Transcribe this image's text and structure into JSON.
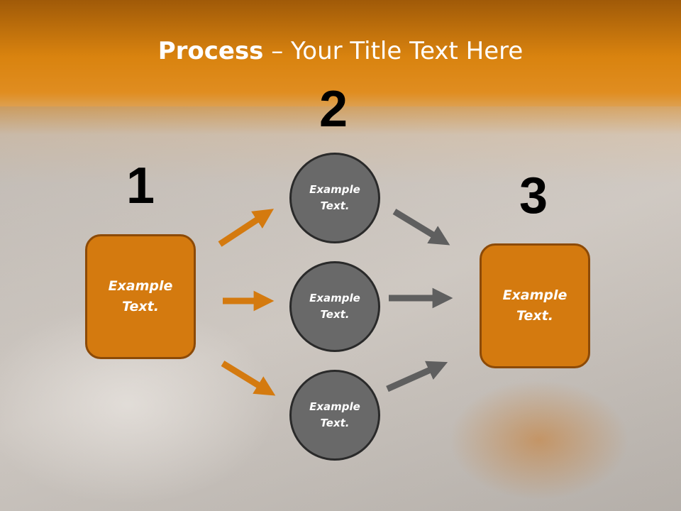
{
  "title": {
    "bold": "Process",
    "rest": " – Your Title Text Here"
  },
  "steps": {
    "one": {
      "number": "1",
      "text": "Example Text."
    },
    "two": {
      "number": "2",
      "items": [
        "Example Text.",
        "Example Text.",
        "Example Text."
      ]
    },
    "three": {
      "number": "3",
      "text": "Example Text."
    }
  },
  "colors": {
    "orange": "#d47a0f",
    "gray": "#696969",
    "arrow_orange": "#d47a0f",
    "arrow_gray": "#5f5f5f"
  }
}
